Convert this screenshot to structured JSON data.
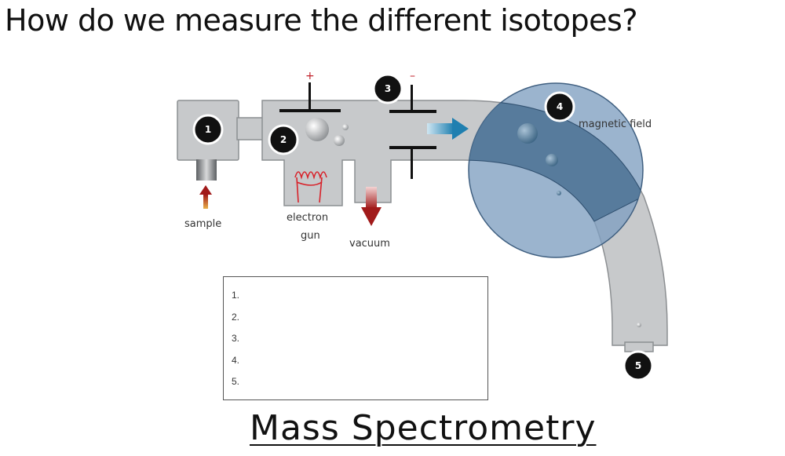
{
  "page": {
    "title": "How do we measure the different isotopes?",
    "footer_title": "Mass Spectrometry"
  },
  "diagram": {
    "labels": {
      "sample": "sample",
      "electron": "electron",
      "gun": "gun",
      "vacuum": "vacuum",
      "magnetic_field": "magnetic field",
      "plus": "+",
      "minus": "–"
    },
    "steps": [
      "1",
      "2",
      "3",
      "4",
      "5"
    ]
  },
  "answer_list": [
    "1.",
    "2.",
    "3.",
    "4.",
    "5."
  ],
  "colors": {
    "tube": "#c7c9cb",
    "tube_stroke": "#8c8f92",
    "magnet": "#7f9fc0",
    "arrow_blue": "#1f7fb0",
    "arrow_red": "#a11a1a",
    "marker": "#111111"
  }
}
